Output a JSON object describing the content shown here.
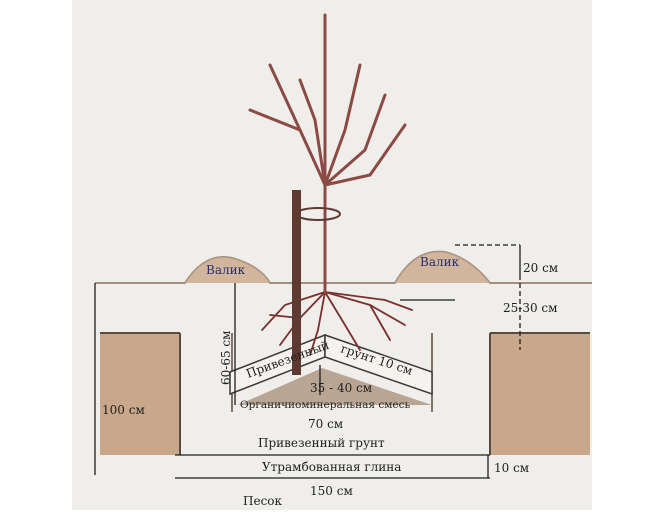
{
  "labels": {
    "ridge_left": "Валик",
    "ridge_right": "Валик",
    "ridge_height": "20 см",
    "root_collar_depth": "25-30 см",
    "pit_depth": "60-65 см",
    "imported_soil_layer_left": "Привезенный",
    "imported_soil_layer_right": "грунт 10 см",
    "mound_height": "35 - 40 см",
    "organomineral_mix": "Органичиоминеральная смесь",
    "pit_width": "70 см",
    "imported_soil": "Привезенный грунт",
    "rammed_clay": "Утрамбованная глина",
    "clay_thickness": "10 см",
    "total_depth": "100 см",
    "total_width": "150 см",
    "sand": "Песок"
  },
  "colors": {
    "background": "#efeeea",
    "soil": "#c9a78a",
    "mix": "#b9a594",
    "tree": "#8c4a44",
    "root": "#7b2f2f",
    "stake": "#5e3a31",
    "line": "#1e1e1e"
  }
}
